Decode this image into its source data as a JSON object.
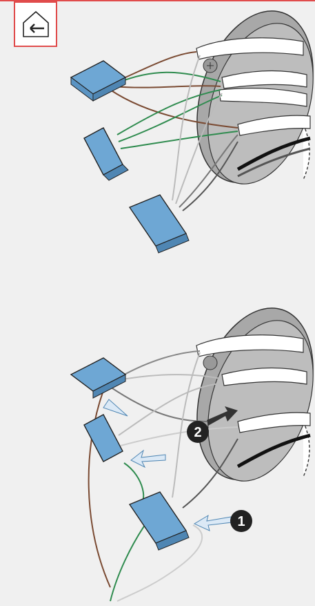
{
  "nav": {
    "home_back_icon": "home-back-icon",
    "accent_color": "#e04b4b"
  },
  "panels": {
    "top": {
      "label": "wiring-before"
    },
    "bottom": {
      "callout_1": "1",
      "callout_2": "2"
    }
  },
  "colors": {
    "connector": "#6ea7d4",
    "wire_brown": "#7a4a32",
    "wire_green": "#2e8b4e",
    "wire_white": "#ffffff",
    "box_grey": "#9a9a9a"
  }
}
